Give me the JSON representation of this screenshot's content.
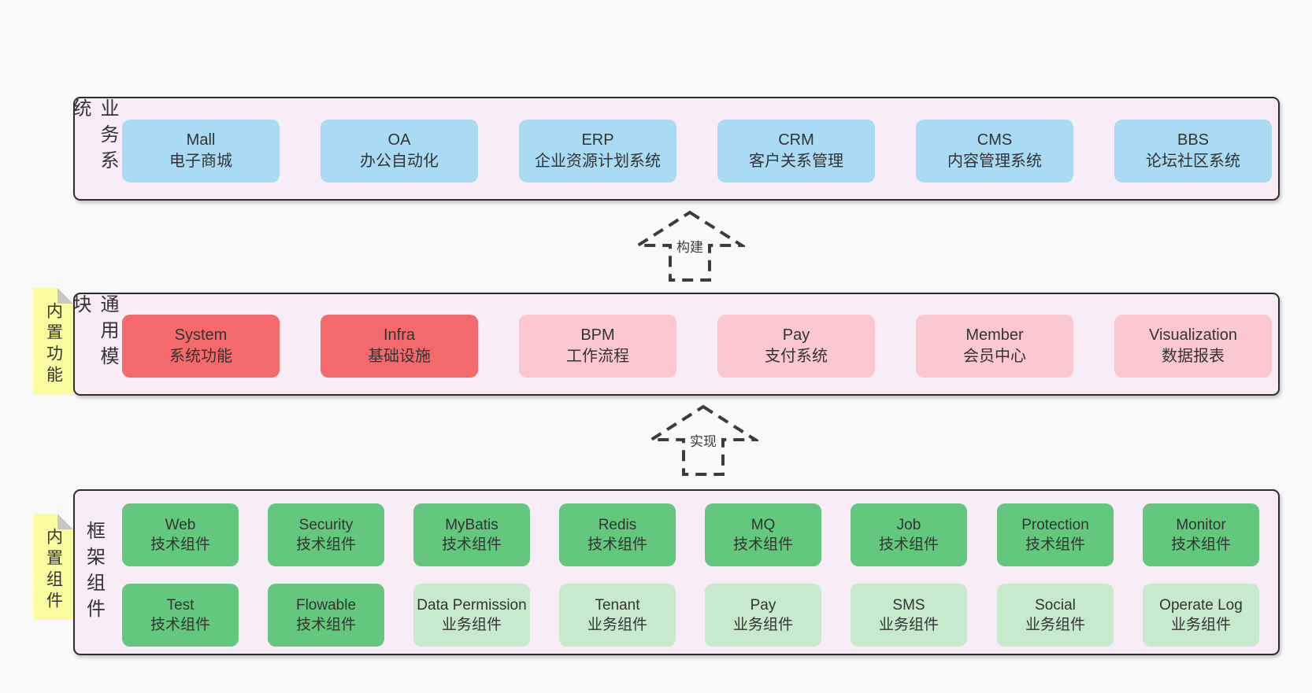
{
  "colors": {
    "page_bg": "#f9f9f9",
    "panel_bg": "#f8ecf7",
    "panel_border": "#2d2d2d",
    "business_box": "#a9dbf5",
    "module_core_box": "#f4696c",
    "module_box": "#fbc8d1",
    "tech_box": "#63c87d",
    "biz_box": "#c7eacd",
    "sticky_tab": "#fbfc9f",
    "arrow_dash": "#3c3c3c"
  },
  "arrows": [
    {
      "label": "构建"
    },
    {
      "label": "实现"
    }
  ],
  "sections": {
    "business": {
      "label": "业务系统",
      "boxes": [
        {
          "en": "Mall",
          "zh": "电子商城"
        },
        {
          "en": "OA",
          "zh": "办公自动化"
        },
        {
          "en": "ERP",
          "zh": "企业资源计划系统"
        },
        {
          "en": "CRM",
          "zh": "客户关系管理"
        },
        {
          "en": "CMS",
          "zh": "内容管理系统"
        },
        {
          "en": "BBS",
          "zh": "论坛社区系统"
        }
      ]
    },
    "modules": {
      "tag": "内置功能",
      "label": "通用模块",
      "boxes": [
        {
          "en": "System",
          "zh": "系统功能"
        },
        {
          "en": "Infra",
          "zh": "基础设施"
        },
        {
          "en": "BPM",
          "zh": "工作流程"
        },
        {
          "en": "Pay",
          "zh": "支付系统"
        },
        {
          "en": "Member",
          "zh": "会员中心"
        },
        {
          "en": "Visualization",
          "zh": "数据报表"
        }
      ]
    },
    "framework": {
      "tag": "内置组件",
      "label": "框架组件",
      "row1": [
        {
          "en": "Web",
          "zh": "技术组件"
        },
        {
          "en": "Security",
          "zh": "技术组件"
        },
        {
          "en": "MyBatis",
          "zh": "技术组件"
        },
        {
          "en": "Redis",
          "zh": "技术组件"
        },
        {
          "en": "MQ",
          "zh": "技术组件"
        },
        {
          "en": "Job",
          "zh": "技术组件"
        },
        {
          "en": "Protection",
          "zh": "技术组件"
        },
        {
          "en": "Monitor",
          "zh": "技术组件"
        }
      ],
      "row2": [
        {
          "en": "Test",
          "zh": "技术组件"
        },
        {
          "en": "Flowable",
          "zh": "技术组件"
        },
        {
          "en": "Data Permission",
          "zh": "业务组件"
        },
        {
          "en": "Tenant",
          "zh": "业务组件"
        },
        {
          "en": "Pay",
          "zh": "业务组件"
        },
        {
          "en": "SMS",
          "zh": "业务组件"
        },
        {
          "en": "Social",
          "zh": "业务组件"
        },
        {
          "en": "Operate Log",
          "zh": "业务组件"
        }
      ]
    }
  }
}
